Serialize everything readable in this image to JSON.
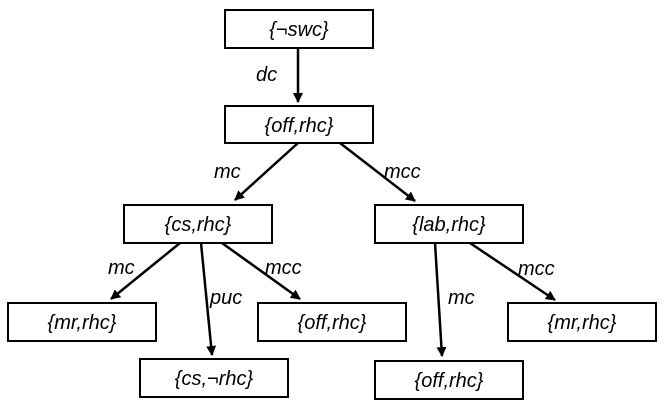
{
  "nodes": {
    "n0": "{¬swc}",
    "n1": "{off,rhc}",
    "n2": "{cs,rhc}",
    "n3": "{lab,rhc}",
    "n4": "{mr,rhc}",
    "n5": "{cs,¬rhc}",
    "n6": "{off,rhc}",
    "n7": "{off,rhc}",
    "n8": "{mr,rhc}"
  },
  "edges": {
    "e01": "dc",
    "e12": "mc",
    "e13": "mcc",
    "e24": "mc",
    "e25": "puc",
    "e26": "mcc",
    "e37": "mc",
    "e38": "mcc"
  }
}
